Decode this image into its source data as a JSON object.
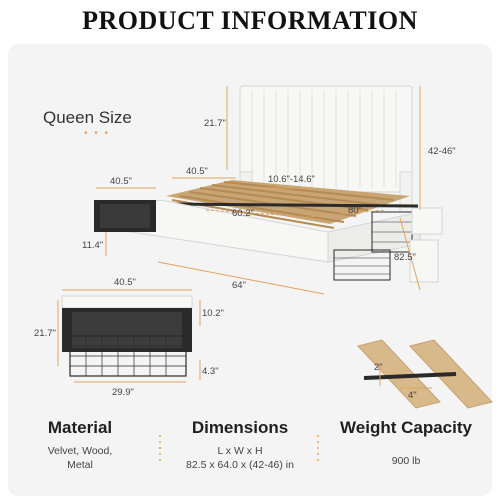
{
  "title": "PRODUCT INFORMATION",
  "size_label": "Queen Size",
  "dims": {
    "headboard_height": "21.7\"",
    "total_height": "42-46\"",
    "drawer_width_top": "40.5\"",
    "drawer_width_mid": "40.5\"",
    "headboard_gap": "10.6\"-14.6\"",
    "slat_width": "60.2\"",
    "slat_length": "80\"",
    "drawer_height_left": "11.4\"",
    "bed_length": "82.5\"",
    "bed_width": "64\"",
    "drawer_detail_width": "40.5\"",
    "drawer_detail_height": "21.7\"",
    "drawer_detail_depth": "10.2\"",
    "basket_height": "4.3\"",
    "basket_width": "29.9\"",
    "slat_thickness": "2\"",
    "slat_span": "4\""
  },
  "features": {
    "material": {
      "title": "Material",
      "lines": [
        "Velvet, Wood,",
        "Metal"
      ]
    },
    "dimensions": {
      "title": "Dimensions",
      "lines": [
        "L x W x H",
        "82.5 x 64.0 x (42-46) in"
      ]
    },
    "weight": {
      "title": "Weight Capacity",
      "lines": [
        "900 lb"
      ]
    }
  },
  "colors": {
    "accent": "#e2a35f",
    "frame": "#2a2a2a",
    "upholstery": "#f7f7f5",
    "wood": "#d8b98a"
  }
}
